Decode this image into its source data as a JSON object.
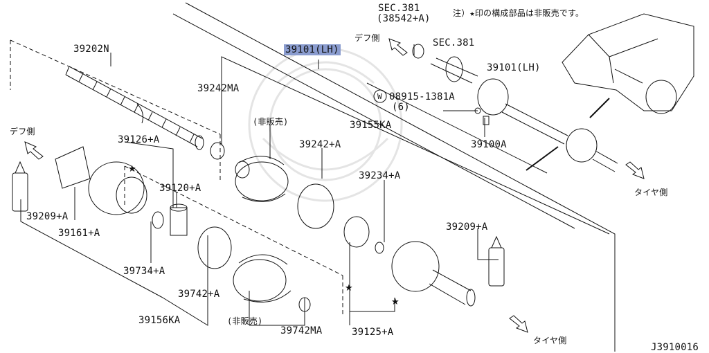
{
  "colors": {
    "highlight": "#8a9ccf",
    "line": "#111111",
    "watermark": "#e4e4e4"
  },
  "note": "注）★印の構成部品は非販売です。",
  "doc_code": "J3910016",
  "parts": {
    "p39202N": "39202N",
    "p39242MA": "39242MA",
    "p39101_lh_main": "39101(LH)",
    "p39155KA": "39155KA",
    "p39242A": "39242+A",
    "p39234A": "39234+A",
    "p39126A": "39126+A",
    "p39120A": "39120+A",
    "p39209A_left": "39209+A",
    "p39161A": "39161+A",
    "p39209A_right": "39209+A",
    "p39734A": "39734+A",
    "p39742A": "39742+A",
    "p39156KA": "39156KA",
    "p39742MA": "39742MA",
    "p39125A": "39125+A",
    "sec381_top": "SEC.381",
    "sec381_top_sub": "(38542+A)",
    "sec381_hub": "SEC.381",
    "p39101_lh_inset": "39101(LH)",
    "bolt": "08915-1381A",
    "bolt_qty": "(6)",
    "p39100A": "39100A"
  },
  "notes": {
    "not_for_sale_1": "(非販売)",
    "not_for_sale_2": "(非販売)",
    "diff_side_1": "デフ側",
    "diff_side_2": "デフ側",
    "tire_side_1": "タイヤ側",
    "tire_side_2": "タイヤ側",
    "washer_symbol": "W"
  },
  "icons": [
    "direction-arrow-icon",
    "star-icon",
    "car-outline-icon"
  ]
}
